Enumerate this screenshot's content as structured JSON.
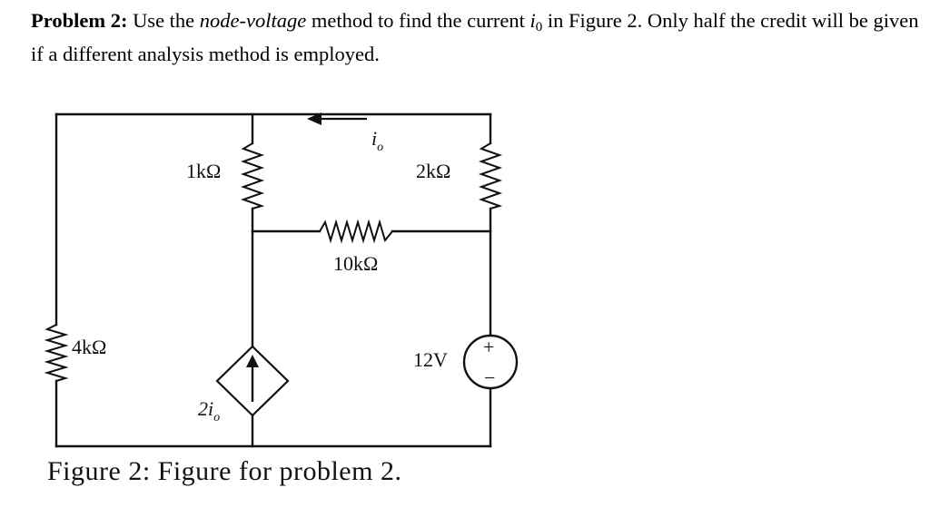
{
  "problem": {
    "label": "Problem 2:",
    "text_1": "Use the",
    "method": "node-voltage",
    "text_2": "method to find the current",
    "current_symbol": "i",
    "current_sub": "0",
    "text_3": "in Figure 2. Only half the credit will be given if a different analysis method is employed."
  },
  "circuit": {
    "r_1k": "1kΩ",
    "r_2k": "2kΩ",
    "r_10k": "10kΩ",
    "r_4k": "4kΩ",
    "current_label": "i",
    "current_label_sub": "o",
    "dep_source_coef": "2i",
    "dep_source_sub": "o",
    "voltage_source": "12V",
    "plus_sign": "+",
    "minus_sign": "−"
  },
  "caption": "Figure 2: Figure for problem 2."
}
